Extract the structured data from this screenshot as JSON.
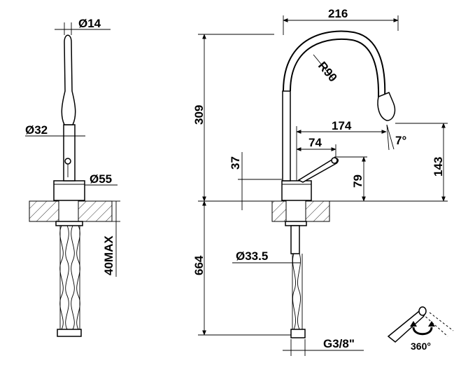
{
  "dimensions": {
    "side": {
      "spout_diameter": "Ø14",
      "body_diameter": "Ø32",
      "base_diameter": "Ø55",
      "max_deck_thickness": "40MAX"
    },
    "front": {
      "width": "216",
      "arc_radius": "R90",
      "height_total": "309",
      "outlet_reach": "174",
      "outlet_height": "143",
      "outlet_angle": "7°",
      "lever_reach": "74",
      "lever_height": "79",
      "base_height": "37",
      "hose_length": "664",
      "hole_diameter": "Ø33.5",
      "thread": "G3/8\""
    },
    "rotation": "360°"
  }
}
